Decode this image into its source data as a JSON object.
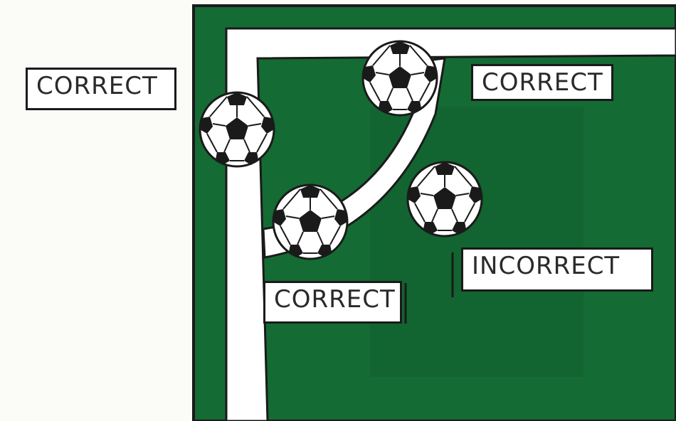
{
  "labels": {
    "outside_ball": "CORRECT",
    "corner_ball": "CORRECT",
    "arc_ball": "CORRECT",
    "inside_ball": "INCORRECT"
  },
  "colors": {
    "pitch_green": "#146b34",
    "pitch_green_dark": "#0f5a2b",
    "line_white": "#ffffff",
    "outline": "#1a1a1a",
    "paper": "#fbfbf8"
  },
  "icons": {
    "ball": "soccer-ball-icon"
  }
}
